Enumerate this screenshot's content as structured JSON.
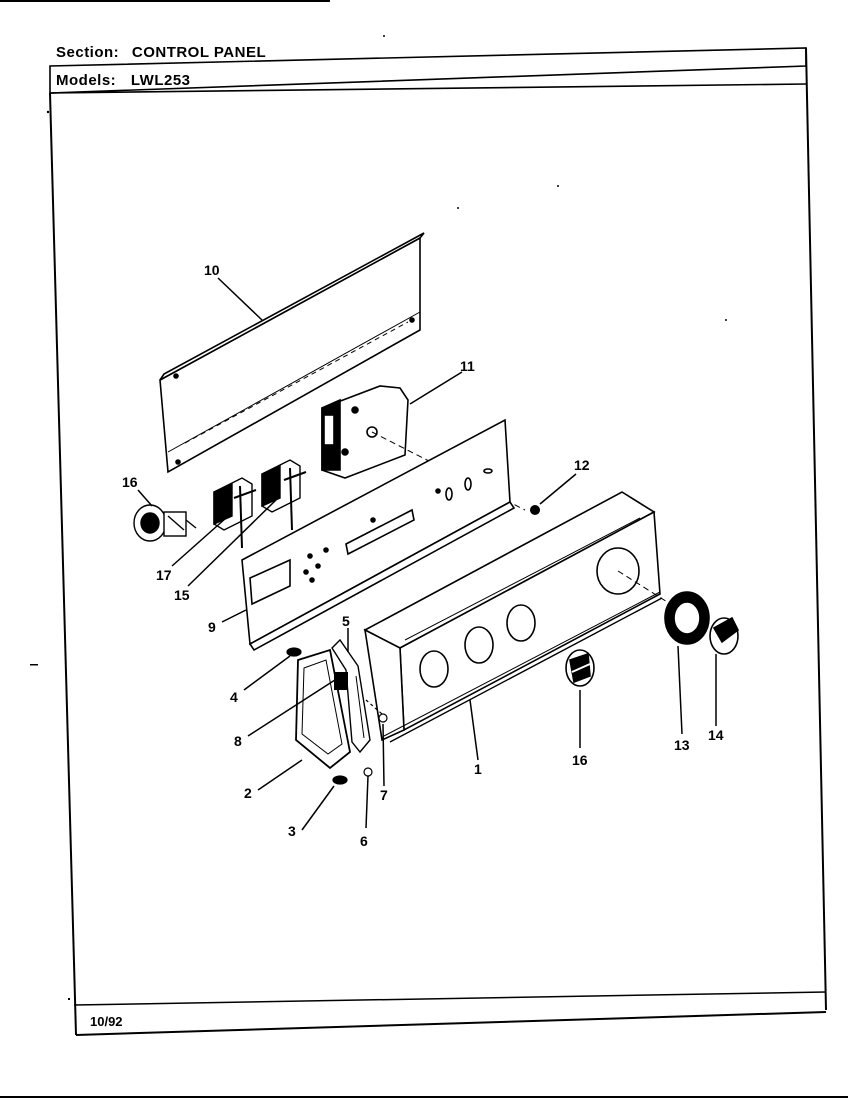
{
  "header": {
    "section_label": "Section:",
    "section_value": "CONTROL PANEL",
    "models_label": "Models:",
    "models_value": "LWL253"
  },
  "footer": {
    "date": "10/92"
  },
  "callouts": {
    "c1": "1",
    "c2": "2",
    "c3": "3",
    "c4": "4",
    "c5": "5",
    "c6": "6",
    "c7": "7",
    "c8": "8",
    "c9": "9",
    "c10": "10",
    "c11": "11",
    "c12": "12",
    "c13": "13",
    "c14": "14",
    "c15": "15",
    "c16a": "16",
    "c16b": "16",
    "c17": "17"
  }
}
